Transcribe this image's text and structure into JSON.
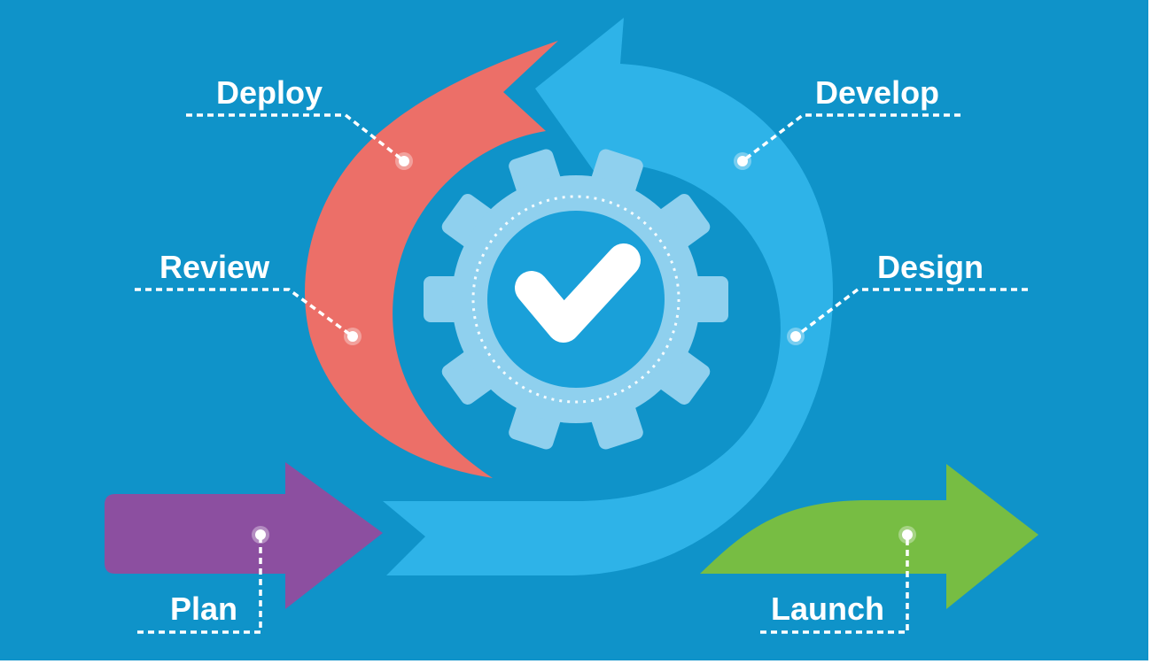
{
  "diagram": {
    "stages": {
      "plan": "Plan",
      "review": "Review",
      "deploy": "Deploy",
      "develop": "Develop",
      "design": "Design",
      "launch": "Launch"
    },
    "center_icon": "checkmark-gear-icon"
  },
  "colors": {
    "background": "#0f93c9",
    "plan_arrow": "#8c4fa0",
    "red_arc": "#ec6f68",
    "blue_arc": "#2eb3e8",
    "launch_arrow": "#77bd43",
    "gear": "#8fd0ee",
    "gear_inner": "#1aa0d9",
    "check": "#ffffff"
  }
}
